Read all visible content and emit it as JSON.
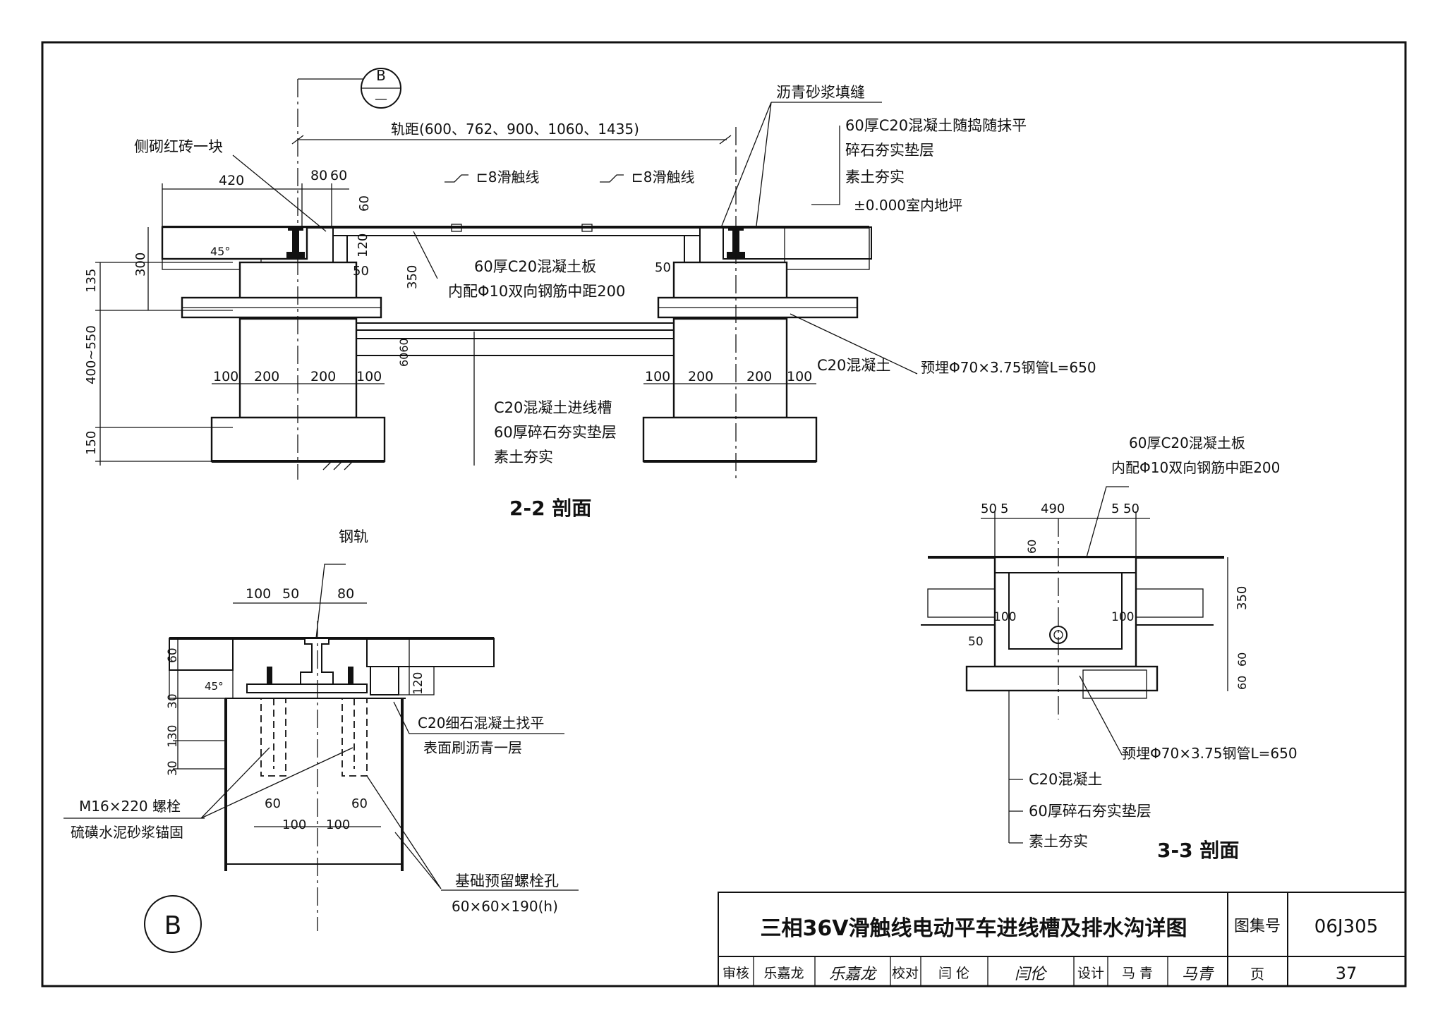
{
  "section22": {
    "title": "2-2 剖面",
    "detail_ref": "B",
    "detail_ref_sub": "—",
    "gauge": "轨距(600、762、900、1060、1435)",
    "side_brick": "侧砌红砖一块",
    "asphalt_joint": "沥青砂浆填缝",
    "trolley_left": "⊏8滑触线",
    "trolley_right": "⊏8滑触线",
    "top_layers": [
      "60厚C20混凝土随捣随抹平",
      "碎石夯实垫层",
      "素土夯实"
    ],
    "floor_level": "±0.000室内地坪",
    "slab_note": [
      "60厚C20混凝土板",
      "内配Φ10双向钢筋中距200"
    ],
    "pipe_note": "预埋Φ70×3.75钢管L=650",
    "concrete_note": "C20混凝土",
    "trench_notes": [
      "C20混凝土进线槽",
      "60厚碎石夯实垫层",
      "素土夯实"
    ],
    "dims": {
      "d420": "420",
      "d80": "80",
      "d60": "60",
      "v60": "60",
      "v120": "120",
      "v300": "300",
      "v135": "135",
      "v400_550": "400~550",
      "v150": "150",
      "v350": "350",
      "v50a": "50",
      "v50b": "50",
      "v6060": "6060",
      "h45": "45°",
      "left_bottom": [
        "100",
        "200",
        "200",
        "100"
      ],
      "right_bottom": [
        "100",
        "200",
        "200",
        "100"
      ]
    }
  },
  "section33": {
    "title": "3-3 剖面",
    "slab_note": [
      "60厚C20混凝土板",
      "内配Φ10双向钢筋中距200"
    ],
    "top_dims": [
      "50",
      "5",
      "490",
      "5",
      "50"
    ],
    "d60": "60",
    "d100l": "100",
    "d100r": "100",
    "d50": "50",
    "right_dims": [
      "350",
      "60",
      "60"
    ],
    "pipe_note": "预埋Φ70×3.75钢管L=650",
    "notes": [
      "C20混凝土",
      "60厚碎石夯实垫层",
      "素土夯实"
    ]
  },
  "detailB": {
    "label": "B",
    "rail": "钢轨",
    "top_dims": [
      "100",
      "50",
      "80"
    ],
    "left_dims": [
      "60",
      "30",
      "130",
      "30"
    ],
    "right_dim": "120",
    "deg": "45°",
    "grout": [
      "C20细石混凝土找平",
      "表面刷沥青一层"
    ],
    "bolt": [
      "M16×220 螺栓",
      "硫磺水泥砂浆锚固"
    ],
    "bottom_dims": [
      "60",
      "100",
      "100",
      "60"
    ],
    "hole": [
      "基础预留螺栓孔",
      "60×60×190(h)"
    ]
  },
  "title_block": {
    "title": "三相36V滑触线电动平车进线槽及排水沟详图",
    "atlas_label": "图集号",
    "atlas_no": "06J305",
    "review_label": "审核",
    "reviewer": "乐嘉龙",
    "reviewer_sig": "乐嘉龙",
    "check_label": "校对",
    "checker": "闫 伦",
    "checker_sig": "闫伦",
    "design_label": "设计",
    "designer": "马 青",
    "designer_sig": "马青",
    "page_label": "页",
    "page_no": "37"
  }
}
